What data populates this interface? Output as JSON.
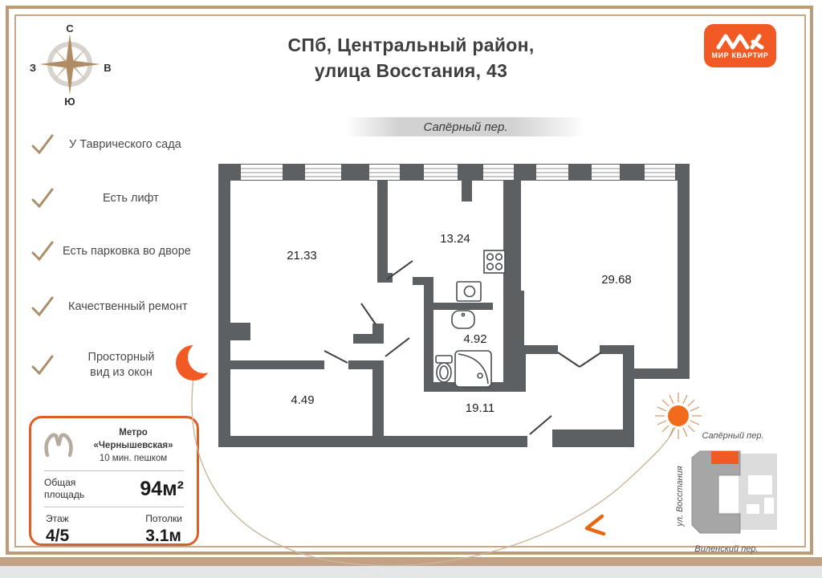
{
  "header": {
    "title_line1": "СПб, Центральный район,",
    "title_line2": "улица Восстания, 43"
  },
  "brand": {
    "name": "МИР КВАРТИР"
  },
  "compass": {
    "n": "С",
    "e": "В",
    "s": "Ю",
    "w": "З"
  },
  "banner": {
    "street": "Сапёрный пер."
  },
  "features": [
    "У Таврического сада",
    "Есть лифт",
    "Есть парковка во дворе",
    "Качественный ремонт",
    "Просторный вид из окон"
  ],
  "info_card": {
    "metro_name": "Метро «Чернышевская»",
    "metro_walk": "10 мин. пешком",
    "area_label": "Общая площадь",
    "area_value": "94м²",
    "floor_label": "Этаж",
    "floor_value": "4/5",
    "ceiling_label": "Потолки",
    "ceiling_value": "3.1м"
  },
  "floorplan": {
    "areas": [
      "21.33",
      "13.24",
      "29.68",
      "4.92",
      "4.49",
      "19.11"
    ]
  },
  "minimap": {
    "street_top": "Сапёрный пер.",
    "street_left": "ул. Восстания",
    "street_bottom": "Виленский пер."
  },
  "colors": {
    "accent_orange": "#F15A24",
    "frame_tan": "#BF9A76",
    "wall_gray": "#5C6063"
  }
}
